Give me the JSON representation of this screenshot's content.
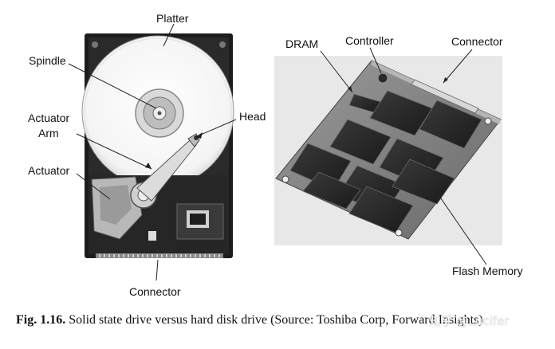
{
  "hdd_labels": {
    "platter": "Platter",
    "spindle": "Spindle",
    "actuator_arm_line1": "Actuator",
    "actuator_arm_line2": "Arm",
    "head": "Head",
    "actuator": "Actuator",
    "connector": "Connector"
  },
  "ssd_labels": {
    "dram": "DRAM",
    "controller": "Controller",
    "connector": "Connector",
    "flash_memory": "Flash Memory"
  },
  "caption": {
    "number": "Fig. 1.16.",
    "text": "Solid state drive versus hard disk drive (Source: Toshiba Corp, Forward Insights)"
  },
  "watermark": "知乎 @Lucifer"
}
